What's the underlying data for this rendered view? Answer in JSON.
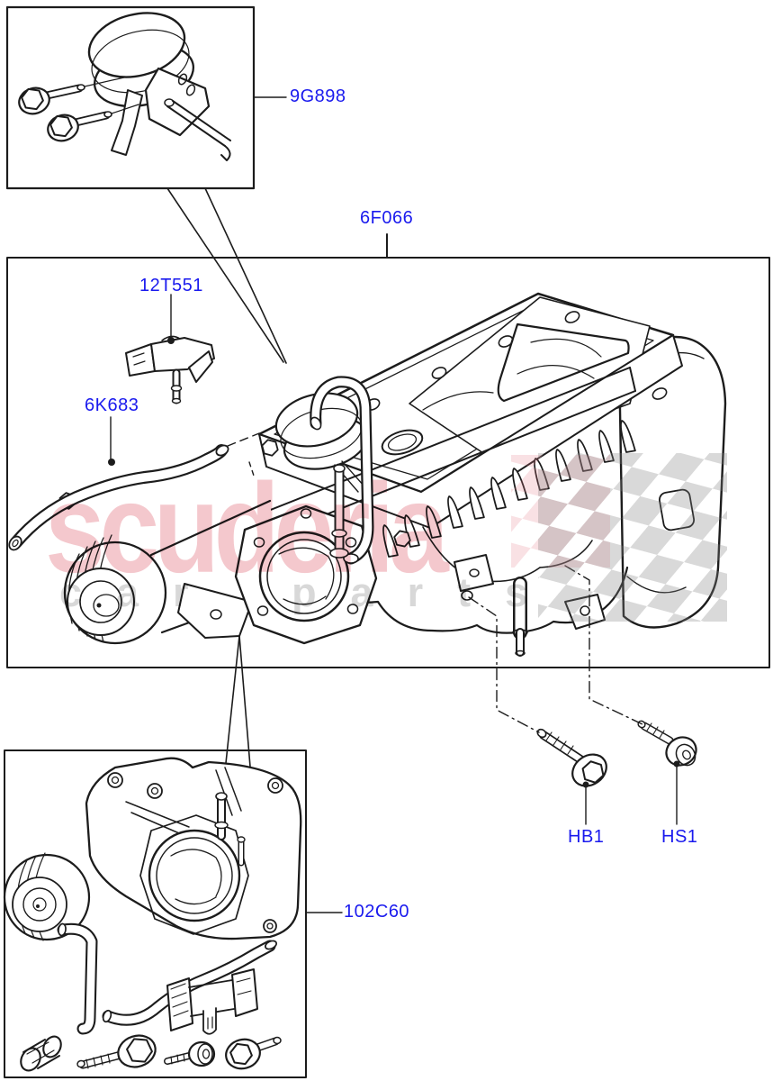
{
  "page": {
    "background": "#ffffff"
  },
  "watermark": {
    "brand": "scuderia",
    "subtitle": "car parts",
    "brand_color": "#e87f8b",
    "flag_color": "#d9d9d9"
  },
  "label_color": "#1a1aee",
  "line_color": "#1c1c1c",
  "labels": {
    "actuator": "9G898",
    "supercharger_assembly": "6F066",
    "map_sensor": "12T551",
    "vacuum_hose": "6K683",
    "flange_bolt": "HB1",
    "socket_screw": "HS1",
    "front_housing": "102C60"
  }
}
